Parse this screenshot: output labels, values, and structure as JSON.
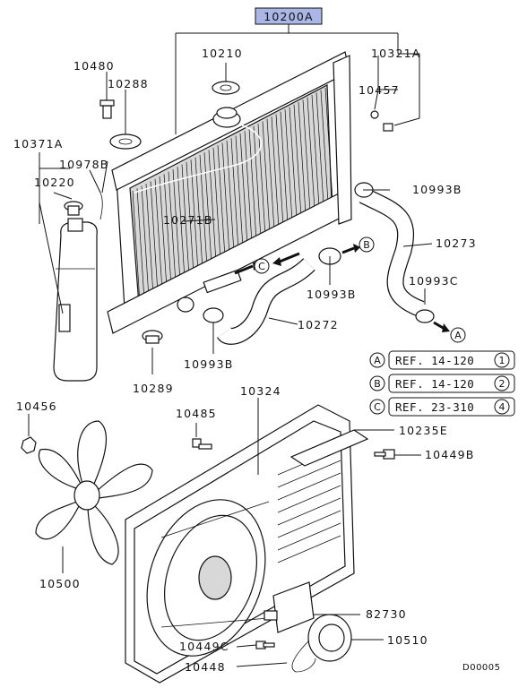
{
  "diagram": {
    "assembly_label": "10200A",
    "diagram_code": "D00005",
    "highlight_color": "#a9b6e6",
    "part_labels": {
      "p10210": "10210",
      "p10321A": "10321A",
      "p10480": "10480",
      "p10288": "10288",
      "p10457": "10457",
      "p10371A": "10371A",
      "p10978B": "10978B",
      "p10220": "10220",
      "p10993B_top": "10993B",
      "p10271B": "10271B",
      "p10273": "10273",
      "p10993B_mid": "10993B",
      "p10993C": "10993C",
      "p10272": "10272",
      "p10993B_low": "10993B",
      "p10289": "10289",
      "p10324": "10324",
      "p10456": "10456",
      "p10485": "10485",
      "p10235E": "10235E",
      "p10449B": "10449B",
      "p10500": "10500",
      "p82730": "82730",
      "p10510": "10510",
      "p10449C": "10449C",
      "p10448": "10448"
    },
    "callouts": {
      "A": "A",
      "B": "B",
      "C": "C"
    },
    "references": [
      {
        "letter": "A",
        "text": "REF. 14-120",
        "num": "1"
      },
      {
        "letter": "B",
        "text": "REF. 14-120",
        "num": "2"
      },
      {
        "letter": "C",
        "text": "REF. 23-310",
        "num": "4"
      }
    ]
  }
}
